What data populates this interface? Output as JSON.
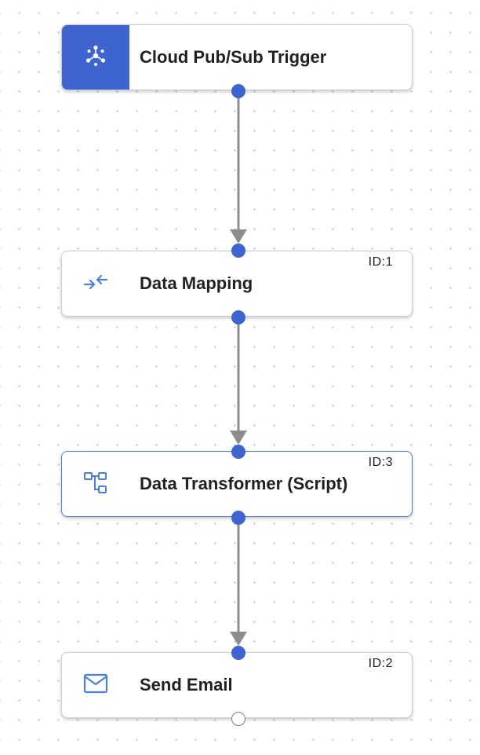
{
  "nodes": [
    {
      "title": "Cloud Pub/Sub Trigger",
      "id_label": "",
      "icon": "pubsub-icon"
    },
    {
      "title": "Data Mapping",
      "id_label": "ID:1",
      "icon": "data-mapping-icon"
    },
    {
      "title": "Data Transformer (Script)",
      "id_label": "ID:3",
      "icon": "data-transformer-icon"
    },
    {
      "title": "Send Email",
      "id_label": "ID:2",
      "icon": "email-icon"
    }
  ],
  "colors": {
    "accent": "#3f63cf",
    "icon_blue": "#4a7ee0",
    "edge": "#8a8d91",
    "selected_border": "#4a7ee0"
  }
}
